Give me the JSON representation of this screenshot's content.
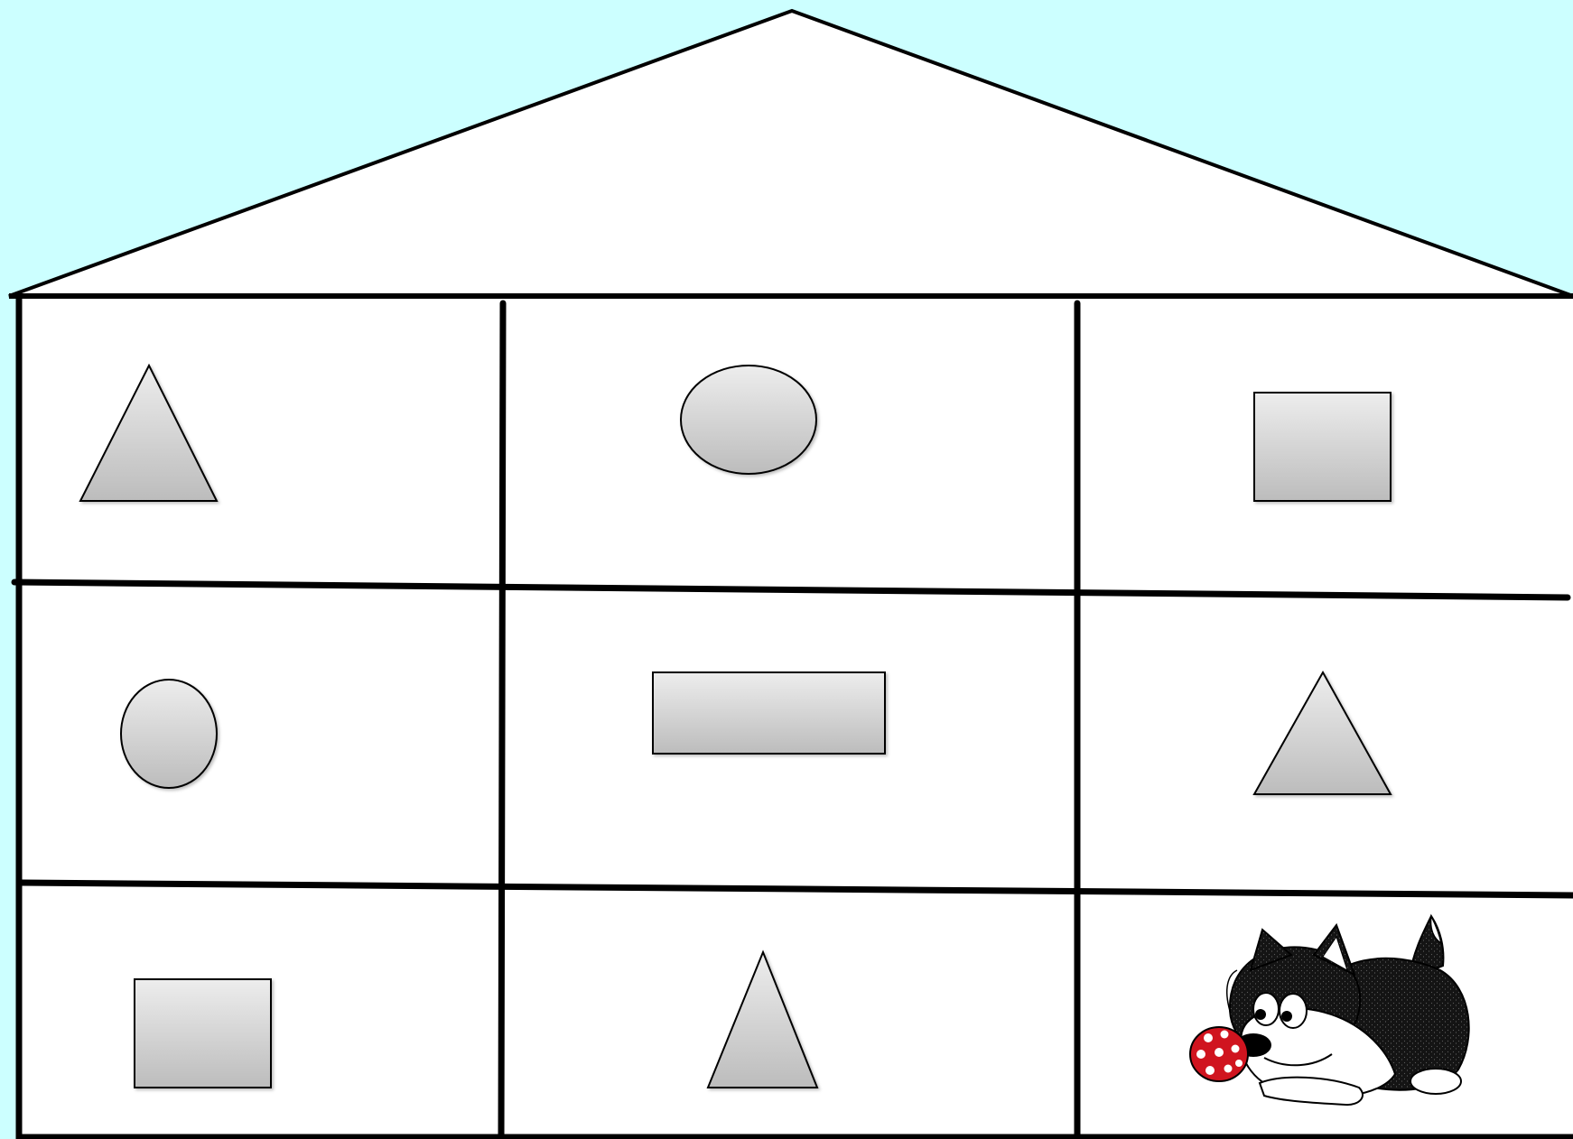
{
  "colors": {
    "background": "#ccffff",
    "house_fill": "#ffffff",
    "outline": "#000000",
    "shape_fill_top": "#ededed",
    "shape_fill_bottom": "#bcbcbc",
    "kitten_fur": "#141414",
    "kitten_face": "#ffffff",
    "ladybug_red": "#d0141f"
  },
  "house": {
    "roof": "triangle",
    "grid": {
      "rows": 3,
      "columns": 3
    }
  },
  "cells": [
    {
      "row": 1,
      "col": 1,
      "shape": "triangle"
    },
    {
      "row": 1,
      "col": 2,
      "shape": "ellipse"
    },
    {
      "row": 1,
      "col": 3,
      "shape": "square"
    },
    {
      "row": 2,
      "col": 1,
      "shape": "circle"
    },
    {
      "row": 2,
      "col": 2,
      "shape": "rectangle"
    },
    {
      "row": 2,
      "col": 3,
      "shape": "triangle"
    },
    {
      "row": 3,
      "col": 1,
      "shape": "square"
    },
    {
      "row": 3,
      "col": 2,
      "shape": "tall-triangle"
    },
    {
      "row": 3,
      "col": 3,
      "shape": "kitten-with-ladybug-illustration"
    }
  ]
}
